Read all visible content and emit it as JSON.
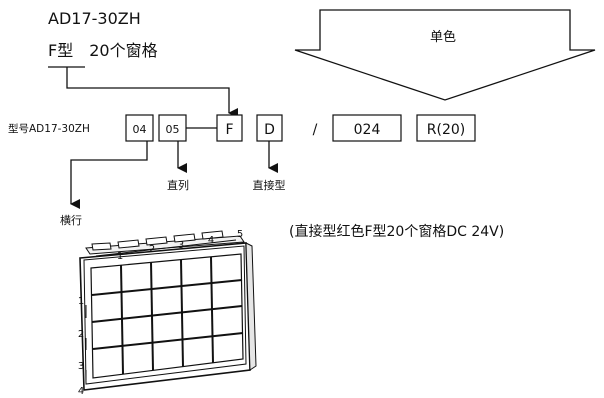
{
  "header": {
    "model_title": "AD17-30ZH",
    "type_line": "F型　20个窗格"
  },
  "banner": {
    "label": "单色"
  },
  "code": {
    "prefix": "型号AD17-30ZH",
    "fields": [
      "04",
      "05",
      "F",
      "D",
      "/",
      "024",
      "R(20)"
    ]
  },
  "labels": {
    "columns": "直列",
    "direct": "直接型",
    "rows": "横行"
  },
  "description": "(直接型红色F型20个窗格DC 24V)",
  "panel": {
    "column_numbers": [
      "1",
      "2",
      "3",
      "4",
      "5"
    ],
    "row_numbers": [
      "1",
      "2",
      "3",
      "4"
    ]
  }
}
